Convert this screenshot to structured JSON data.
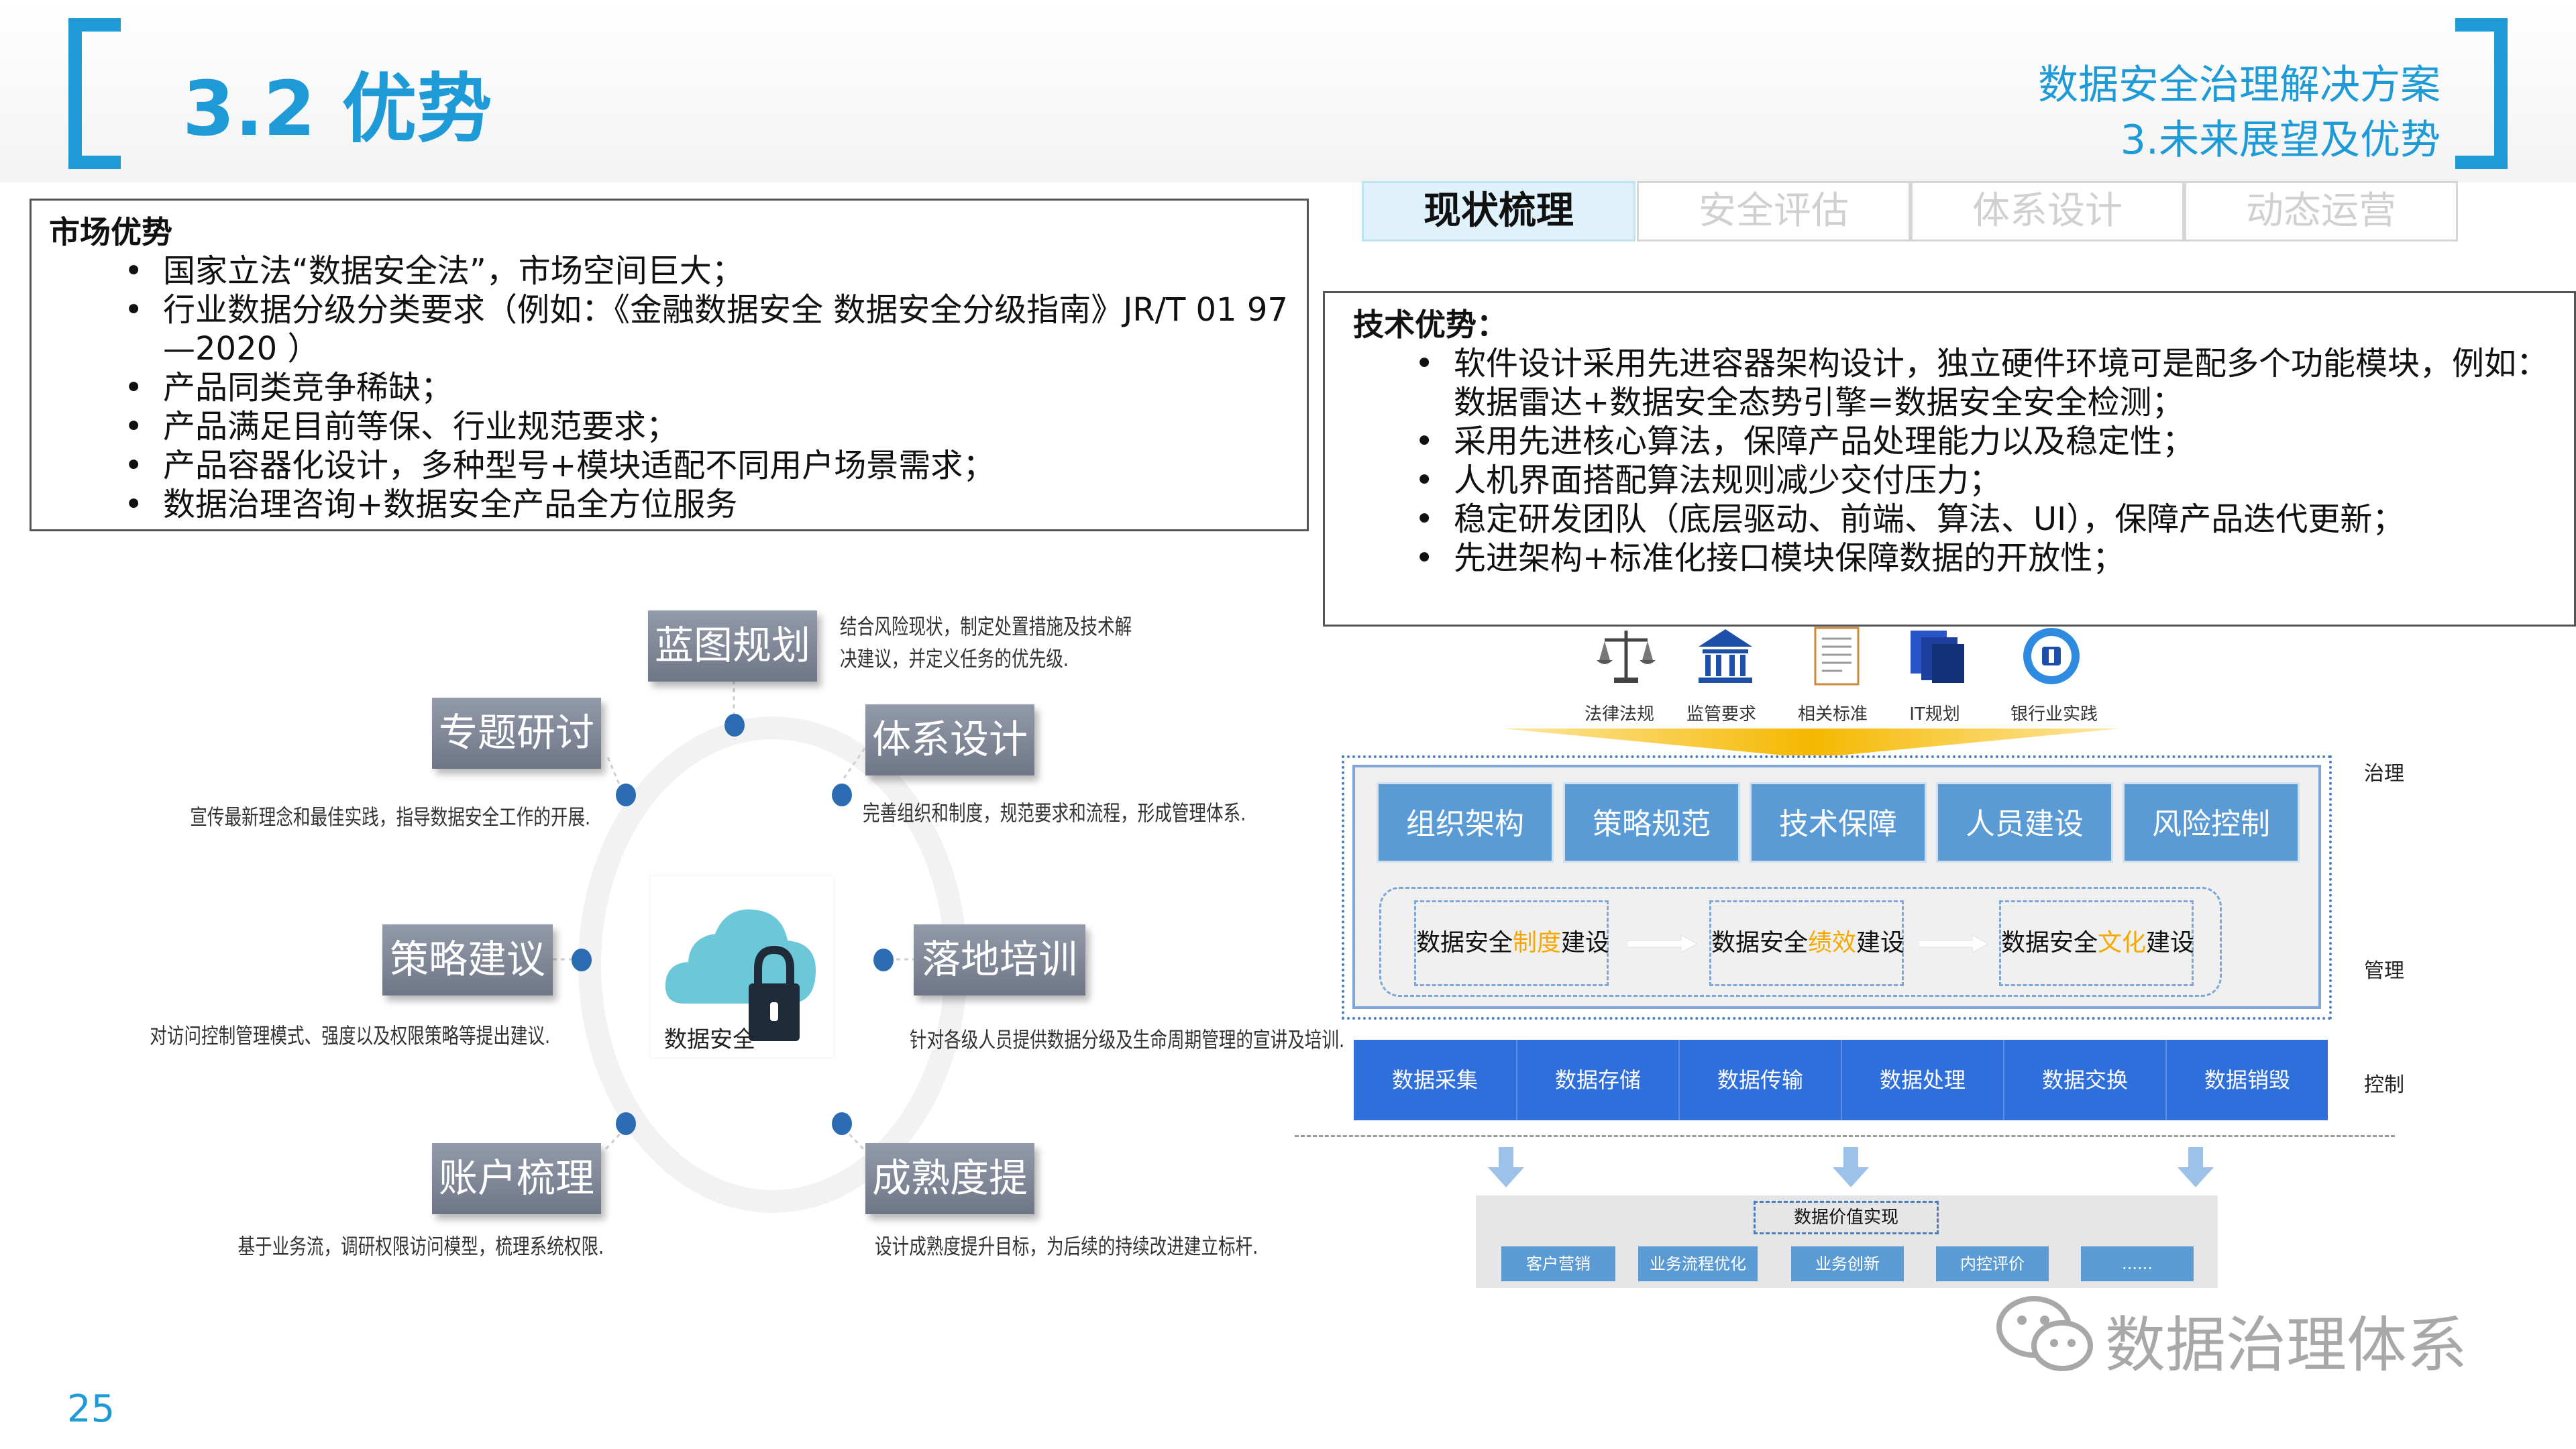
{
  "header": {
    "title": "3.2 优势",
    "right_line1": "数据安全治理解决方案",
    "right_line2": "3.未来展望及优势"
  },
  "colors": {
    "accent": "#1e9bd7",
    "gov_box": "#5b9bd5",
    "ctrl_box": "#2f6fdc",
    "cycle_box": "#7d8494",
    "highlight": "#f7a800"
  },
  "tabs": [
    {
      "label": "现状梳理",
      "active": true
    },
    {
      "label": "安全评估",
      "active": false
    },
    {
      "label": "体系设计",
      "active": false
    },
    {
      "label": "动态运营",
      "active": false
    }
  ],
  "market": {
    "heading": "市场优势",
    "items": [
      "国家立法“数据安全法”，市场空间巨大；",
      "行业数据分级分类要求（例如：《金融数据安全 数据安全分级指南》JR/T 01 97—2020 ）",
      "产品同类竞争稀缺；",
      "产品满足目前等保、行业规范要求；",
      "产品容器化设计，多种型号+模块适配不同用户场景需求；",
      "数据治理咨询+数据安全产品全方位服务"
    ]
  },
  "tech": {
    "heading": "技术优势：",
    "items": [
      "软件设计采用先进容器架构设计，独立硬件环境可是配多个功能模块，例如：数据雷达+数据安全态势引擎=数据安全安全检测；",
      "采用先进核心算法，保障产品处理能力以及稳定性；",
      "人机界面搭配算法规则减少交付压力；",
      "稳定研发团队（底层驱动、前端、算法、UI），保障产品迭代更新；",
      "先进架构+标准化接口模块保障数据的开放性；"
    ]
  },
  "cycle": {
    "center_label": "数据安全",
    "nodes": [
      {
        "label": "蓝图规划",
        "desc": "结合风险现状，制定处置措施及技术解|决建议，并定义任务的优先级."
      },
      {
        "label": "体系设计",
        "desc": "完善组织和制度，规范要求和流程，形成管理体系."
      },
      {
        "label": "落地培训",
        "desc": "针对各级人员提供数据分级及生命周期管理的宣讲及培训."
      },
      {
        "label": "成熟度提升",
        "desc": "设计成熟度提升目标，为后续的持续改进建立标杆."
      },
      {
        "label": "账户梳理",
        "desc": "基于业务流，调研权限访问模型，梳理系统权限."
      },
      {
        "label": "策略建议",
        "desc": "对访问控制管理模式、强度以及权限策略等提出建议."
      },
      {
        "label": "专题研讨",
        "desc": "宣传最新理念和最佳实践，指导数据安全工作的开展."
      }
    ]
  },
  "arch": {
    "sources": [
      {
        "label": "法律法规",
        "icon": "scales-icon"
      },
      {
        "label": "监管要求",
        "icon": "bank-icon"
      },
      {
        "label": "相关标准",
        "icon": "document-icon"
      },
      {
        "label": "IT规划",
        "icon": "pages-icon"
      },
      {
        "label": "银行业实践",
        "icon": "bank-card-icon"
      }
    ],
    "side_labels": {
      "gov": "治理",
      "mgmt": "管理",
      "ctrl": "控制"
    },
    "gov_boxes": [
      "组织架构",
      "策略规范",
      "技术保障",
      "人员建设",
      "风险控制"
    ],
    "mgmt_boxes": [
      {
        "pre": "数据安全",
        "hl": "制度",
        "post": "建设"
      },
      {
        "pre": "数据安全",
        "hl": "绩效",
        "post": "建设"
      },
      {
        "pre": "数据安全",
        "hl": "文化",
        "post": "建设"
      }
    ],
    "ctrl_boxes": [
      "数据采集",
      "数据存储",
      "数据传输",
      "数据处理",
      "数据交换",
      "数据销毁"
    ],
    "value_title": "数据价值实现",
    "value_boxes": [
      "客户营销",
      "业务流程优化",
      "业务创新",
      "内控评价",
      "......"
    ]
  },
  "footer": {
    "page_number": "25",
    "watermark": "数据治理体系"
  }
}
